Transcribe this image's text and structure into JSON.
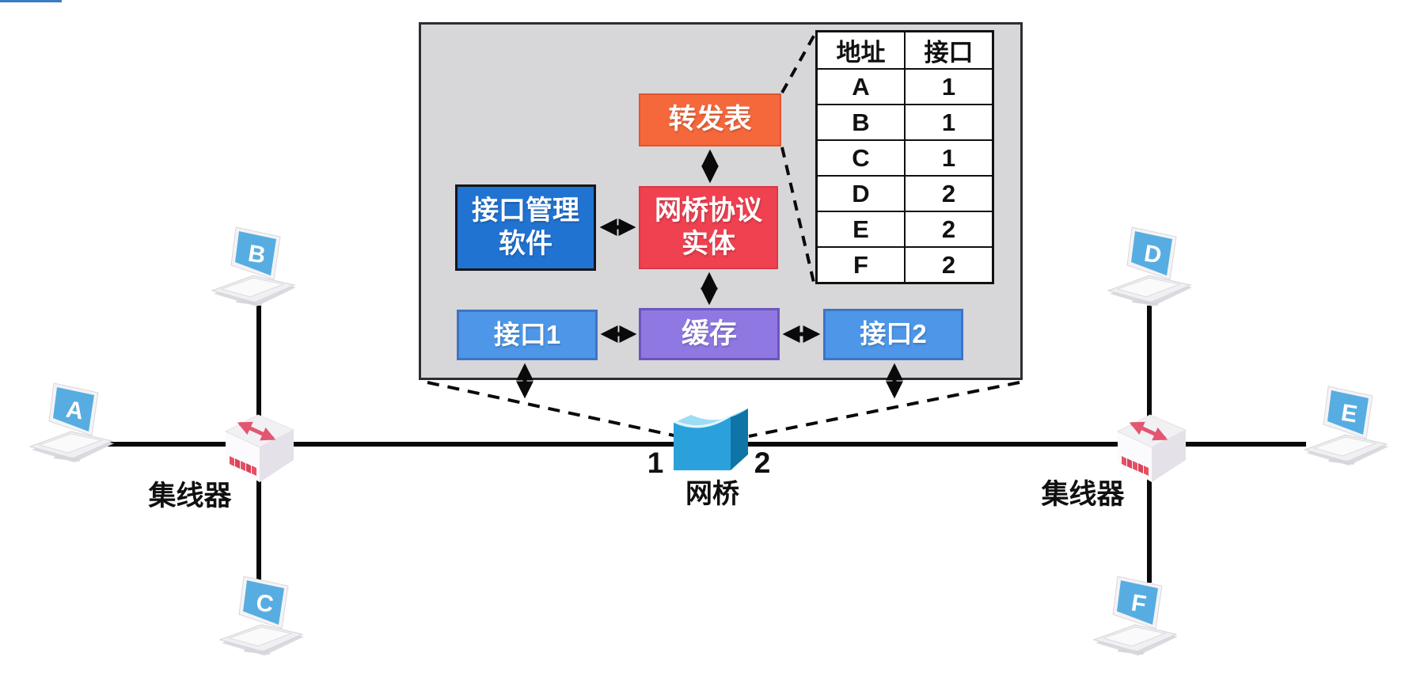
{
  "window": {
    "background_color": "#ffffff",
    "top_left_bar_color": "#3a7fc4"
  },
  "inset": {
    "background_color": "#d7d6d8",
    "forwarding_table_box": {
      "label": "转发表",
      "color": "#f4683c"
    },
    "protocol_entity_box": {
      "line1": "网桥协议",
      "line2": "实体",
      "color": "#ef4150"
    },
    "interface_mgmt_box": {
      "line1": "接口管理",
      "line2": "软件",
      "color": "#2173d2"
    },
    "port1_box": {
      "label": "接口1",
      "color": "#4e97e8"
    },
    "buffer_box": {
      "label": "缓存",
      "color": "#8f78e2"
    },
    "port2_box": {
      "label": "接口2",
      "color": "#4e97e8"
    },
    "table": {
      "headers": [
        "地址",
        "接口"
      ],
      "rows": [
        [
          "A",
          "1"
        ],
        [
          "B",
          "1"
        ],
        [
          "C",
          "1"
        ],
        [
          "D",
          "2"
        ],
        [
          "E",
          "2"
        ],
        [
          "F",
          "2"
        ]
      ]
    }
  },
  "network": {
    "bridge": {
      "label": "网桥",
      "port_left": "1",
      "port_right": "2",
      "color": "#2ba1db"
    },
    "left_hub_label": "集线器",
    "right_hub_label": "集线器",
    "hub_arrow_color": "#e25672",
    "laptops": [
      {
        "label": "A"
      },
      {
        "label": "B"
      },
      {
        "label": "C"
      },
      {
        "label": "D"
      },
      {
        "label": "E"
      },
      {
        "label": "F"
      }
    ]
  }
}
